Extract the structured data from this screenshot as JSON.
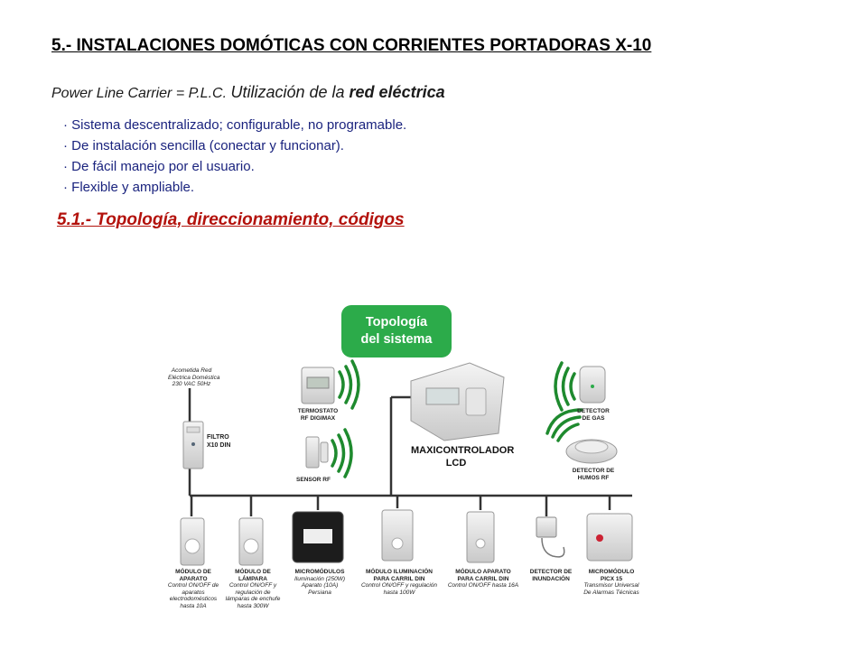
{
  "title": "5.- INSTALACIONES DOMÓTICAS CON CORRIENTES PORTADORAS X-10",
  "subtitle": {
    "part1": "Power Line Carrier = P.L.C. ",
    "part2": "Utilización de la ",
    "part3": "red eléctrica"
  },
  "bullets": [
    "· Sistema descentralizado; configurable, no programable.",
    "· De instalación sencilla (conectar y funcionar).",
    "· De fácil manejo por el usuario.",
    "· Flexible y ampliable."
  ],
  "section_title": "5.1.- Topología, direccionamiento, códigos",
  "diagram": {
    "badge_line1": "Topología",
    "badge_line2": "del sistema",
    "acometida": [
      "Acometida Red",
      "Eléctrica Doméstica",
      "230 VAC 50Hz"
    ],
    "filtro": [
      "FILTRO",
      "X10 DIN"
    ],
    "termostato": [
      "TERMOSTATO",
      "RF DIGIMAX"
    ],
    "sensor": "SENSOR RF",
    "maxi": [
      "MAXICONTROLADOR",
      "LCD"
    ],
    "detector_gas": [
      "DETECTOR",
      "DE GAS"
    ],
    "detector_humos": [
      "DETECTOR DE",
      "HUMOS RF"
    ],
    "modules": [
      {
        "name": [
          "MÓDULO DE",
          "APARATO"
        ],
        "desc": [
          "Control ON/OFF de",
          "aparatos",
          "electrodomésticos",
          "hasta 10A"
        ]
      },
      {
        "name": [
          "MÓDULO DE",
          "LÁMPARA"
        ],
        "desc": [
          "Control ON/OFF y",
          "regulación de",
          "lámparas de enchufe",
          "hasta 300W"
        ]
      },
      {
        "name": [
          "MICROMÓDULOS"
        ],
        "desc": [
          "Iluminación (250W)",
          "Aparato (10A)",
          "Persiana"
        ]
      },
      {
        "name": [
          "MÓDULO ILUMINACIÓN",
          "PARA CARRIL DIN"
        ],
        "desc": [
          "Control ON/OFF y regulación",
          "hasta 100W"
        ]
      },
      {
        "name": [
          "MÓDULO APARATO",
          "PARA CARRIL DIN"
        ],
        "desc": [
          "Control ON/OFF hasta 16A"
        ]
      },
      {
        "name": [
          "DETECTOR DE",
          "INUNDACIÓN"
        ],
        "desc": []
      },
      {
        "name": [
          "MICROMÓDULO",
          "PICX 15"
        ],
        "desc": [
          "Transmisor Universal",
          "De Alarmas Técnicas"
        ]
      }
    ],
    "colors": {
      "badge": "#2cab4a",
      "waves": "#1e8a2e",
      "bus": "#333333",
      "section": "#b3120c",
      "bullets": "#1a237e"
    }
  }
}
